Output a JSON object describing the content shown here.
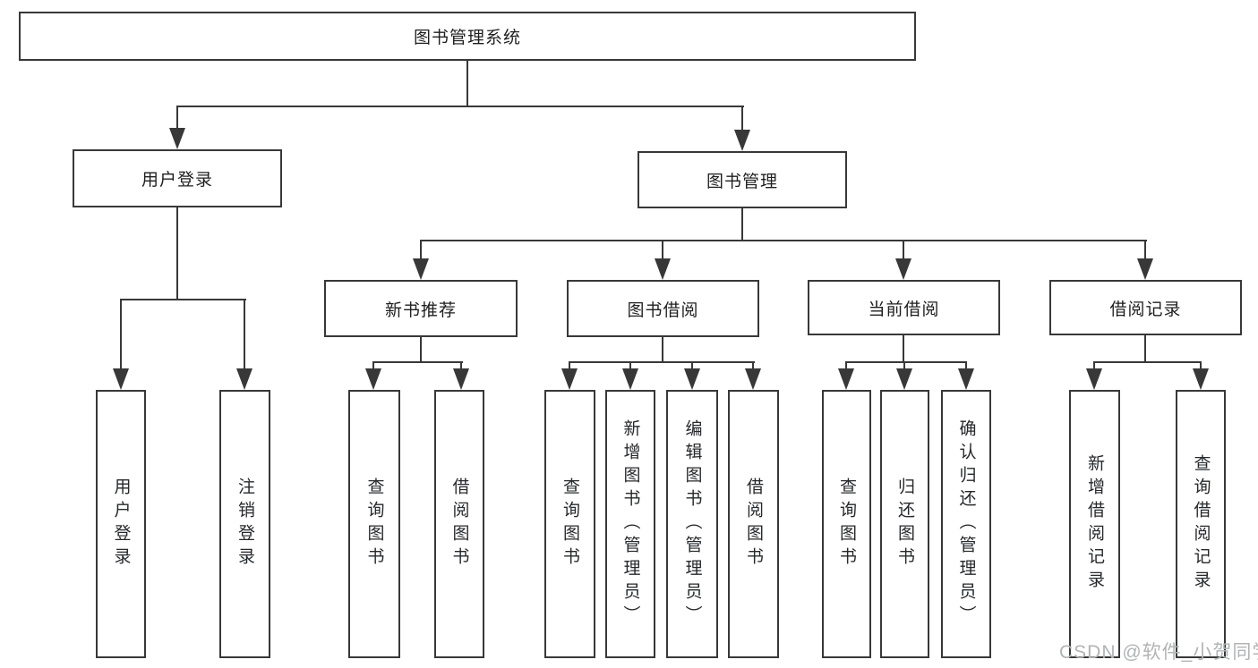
{
  "diagram": {
    "type": "hierarchy-tree",
    "title": "图书管理系统",
    "watermark": "CSDN @软件_小贺同学",
    "colors": {
      "background": "#ffffff",
      "line": "#383838",
      "box_border": "#383838",
      "text": "#1f1f1f",
      "watermark": "#b1b3b5"
    },
    "nodes": {
      "root": {
        "label": "图书管理系统"
      },
      "user_login": {
        "label": "用户登录"
      },
      "book_mgmt": {
        "label": "图书管理"
      },
      "new_book_rec": {
        "label": "新书推荐"
      },
      "book_borrow": {
        "label": "图书借阅"
      },
      "current_borrow": {
        "label": "当前借阅"
      },
      "borrow_records": {
        "label": "借阅记录"
      },
      "login_leaf": {
        "label": "用户登录"
      },
      "logout_leaf": {
        "label": "注销登录"
      },
      "rec_query": {
        "label": "查询图书"
      },
      "rec_borrow": {
        "label": "借阅图书"
      },
      "bb_query": {
        "label": "查询图书"
      },
      "bb_add": {
        "label": "新增图书（管理员）"
      },
      "bb_edit": {
        "label": "编辑图书（管理员）"
      },
      "bb_borrow": {
        "label": "借阅图书"
      },
      "cb_query": {
        "label": "查询图书"
      },
      "cb_return": {
        "label": "归还图书"
      },
      "cb_confirm": {
        "label": "确认归还（管理员）"
      },
      "br_add": {
        "label": "新增借阅记录"
      },
      "br_query": {
        "label": "查询借阅记录"
      }
    },
    "edges": [
      [
        "图书管理系统",
        "用户登录"
      ],
      [
        "图书管理系统",
        "图书管理"
      ],
      [
        "用户登录",
        "用户登录"
      ],
      [
        "用户登录",
        "注销登录"
      ],
      [
        "图书管理",
        "新书推荐"
      ],
      [
        "图书管理",
        "图书借阅"
      ],
      [
        "图书管理",
        "当前借阅"
      ],
      [
        "图书管理",
        "借阅记录"
      ],
      [
        "新书推荐",
        "查询图书"
      ],
      [
        "新书推荐",
        "借阅图书"
      ],
      [
        "图书借阅",
        "查询图书"
      ],
      [
        "图书借阅",
        "新增图书（管理员）"
      ],
      [
        "图书借阅",
        "编辑图书（管理员）"
      ],
      [
        "图书借阅",
        "借阅图书"
      ],
      [
        "当前借阅",
        "查询图书"
      ],
      [
        "当前借阅",
        "归还图书"
      ],
      [
        "当前借阅",
        "确认归还（管理员）"
      ],
      [
        "借阅记录",
        "新增借阅记录"
      ],
      [
        "借阅记录",
        "查询借阅记录"
      ]
    ]
  }
}
